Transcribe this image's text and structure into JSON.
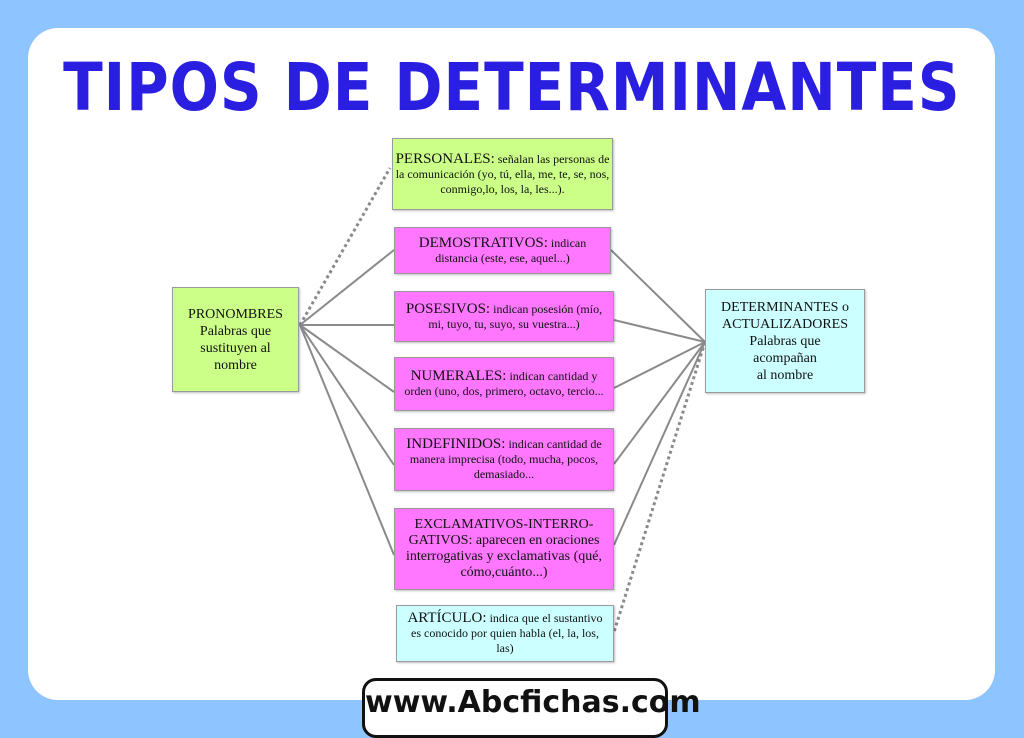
{
  "title": "TIPOS DE DETERMINANTES",
  "left_node": {
    "head": "PRONOMBRES",
    "lines": [
      "Palabras que",
      "sustituyen al",
      "nombre"
    ]
  },
  "right_node": {
    "lines": [
      "DETERMINANTES o",
      "ACTUALIZADORES",
      "Palabras que",
      "acompañan",
      "al nombre"
    ]
  },
  "boxes": [
    {
      "head": "PERSONALES:",
      "text": "señalan las personas de la comunicación (yo, tú, ella, me, te, se, nos, conmigo,lo, los, la, les...)."
    },
    {
      "head": "DEMOSTRATIVOS:",
      "text": "indican distancia  (este, ese, aquel...)"
    },
    {
      "head": "POSESIVOS:",
      "text": "indican posesión (mío, mi, tuyo, tu, suyo, su vuestra...)"
    },
    {
      "head": "NUMERALES:",
      "text": "indican cantidad y orden (uno, dos, primero, octavo, tercio..."
    },
    {
      "head": "INDEFINIDOS:",
      "text": "indican cantidad de manera imprecisa (todo, mucha, pocos, demasiado..."
    },
    {
      "head": "EXCLAMATIVOS-INTERRO-GATIVOS:",
      "text": "aparecen en oraciones interrogativas y exclamativas (qué, cómo,cuánto...)"
    },
    {
      "head": "ARTÍCULO:",
      "text": "indica que el sustantivo es conocido por quien habla (el, la, los, las)"
    }
  ],
  "colors": {
    "background": "#8ec4ff",
    "title": "#2a1fe0",
    "green": "#ccff88",
    "pink": "#ff77ff",
    "cyan": "#ccffff"
  },
  "footer": "www.Abcfichas.com"
}
